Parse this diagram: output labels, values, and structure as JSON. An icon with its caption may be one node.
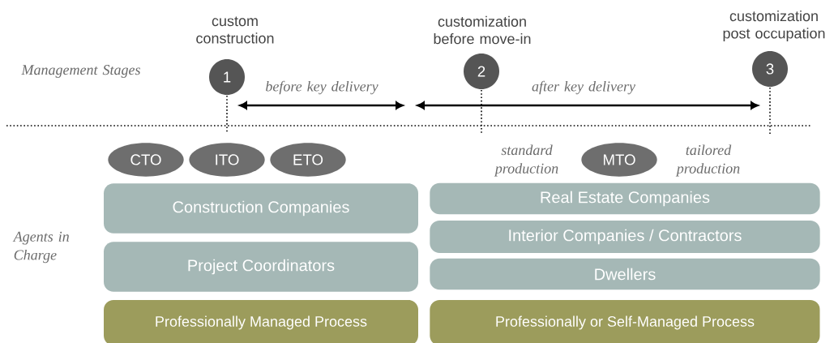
{
  "diagram": {
    "nodes": [
      {
        "text": [
          "1"
        ],
        "beside": [
          "custom construction"
        ]
      },
      {
        "text": [
          "2"
        ],
        "beside": [
          "customization before move-in"
        ]
      },
      {
        "text": [
          "3"
        ],
        "beside": [
          "customization post occupation"
        ]
      },
      {
        "text": [
          "CTO"
        ]
      },
      {
        "text": [
          "ITO"
        ]
      },
      {
        "text": [
          "ETO"
        ]
      },
      {
        "text": [
          "MTO"
        ]
      },
      {
        "text": [
          "Construction Companies"
        ]
      },
      {
        "text": [
          "Project Coordinators"
        ]
      },
      {
        "text": [
          "Professionally Managed Process"
        ]
      },
      {
        "text": [
          "Real Estate Companies"
        ]
      },
      {
        "text": [
          "Interior Companies / Contractors"
        ]
      },
      {
        "text": [
          "Dwellers"
        ]
      },
      {
        "text": [
          "Professionally or Self-Managed Process"
        ]
      }
    ],
    "labels": [
      "Management Stages",
      "before key delivery",
      "after key delivery",
      "standard production",
      "tailored production",
      "Agents in Charge"
    ]
  }
}
